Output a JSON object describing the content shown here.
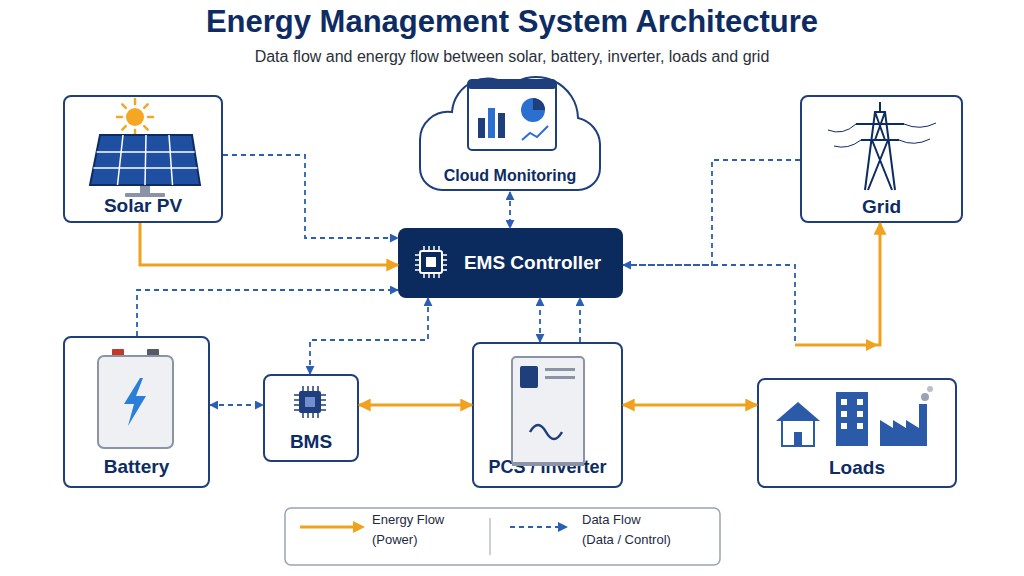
{
  "diagram": {
    "title": "Energy Management System Architecture",
    "caption": "Data flow and energy flow between solar, battery, inverter, loads and grid",
    "nodes": [
      {
        "text": [
          "Solar PV"
        ]
      },
      {
        "text": [
          "Cloud Monitoring"
        ]
      },
      {
        "text": [
          "Grid"
        ]
      },
      {
        "text": [
          "EMS Controller"
        ]
      },
      {
        "text": [
          "Battery"
        ]
      },
      {
        "text": [
          "BMS"
        ]
      },
      {
        "text": [
          "PCS / Inverter"
        ]
      },
      {
        "text": [
          "Loads"
        ]
      }
    ],
    "edges": [
      {
        "from": 0,
        "to": 3,
        "arrow": "to"
      },
      {
        "from": 0,
        "to": 3,
        "arrow": "to"
      },
      {
        "from": 1,
        "to": 3,
        "arrow": "both"
      },
      {
        "from": 2,
        "to": 3,
        "arrow": "to"
      },
      {
        "from": 3,
        "to": 2,
        "arrow": "to"
      },
      {
        "from": 4,
        "to": 3,
        "arrow": "to"
      },
      {
        "from": 4,
        "to": 5,
        "arrow": "both"
      },
      {
        "from": 5,
        "to": 3,
        "arrow": "both"
      },
      {
        "from": 5,
        "to": 6,
        "arrow": "both"
      },
      {
        "from": 6,
        "to": 3,
        "arrow": "both"
      },
      {
        "from": 6,
        "to": 3,
        "arrow": "to"
      },
      {
        "from": 6,
        "to": 7,
        "arrow": "both"
      }
    ],
    "legend": [
      {
        "text": "Energy Flow (Power)"
      },
      {
        "text": "Data Flow (Data / Control)"
      }
    ]
  }
}
